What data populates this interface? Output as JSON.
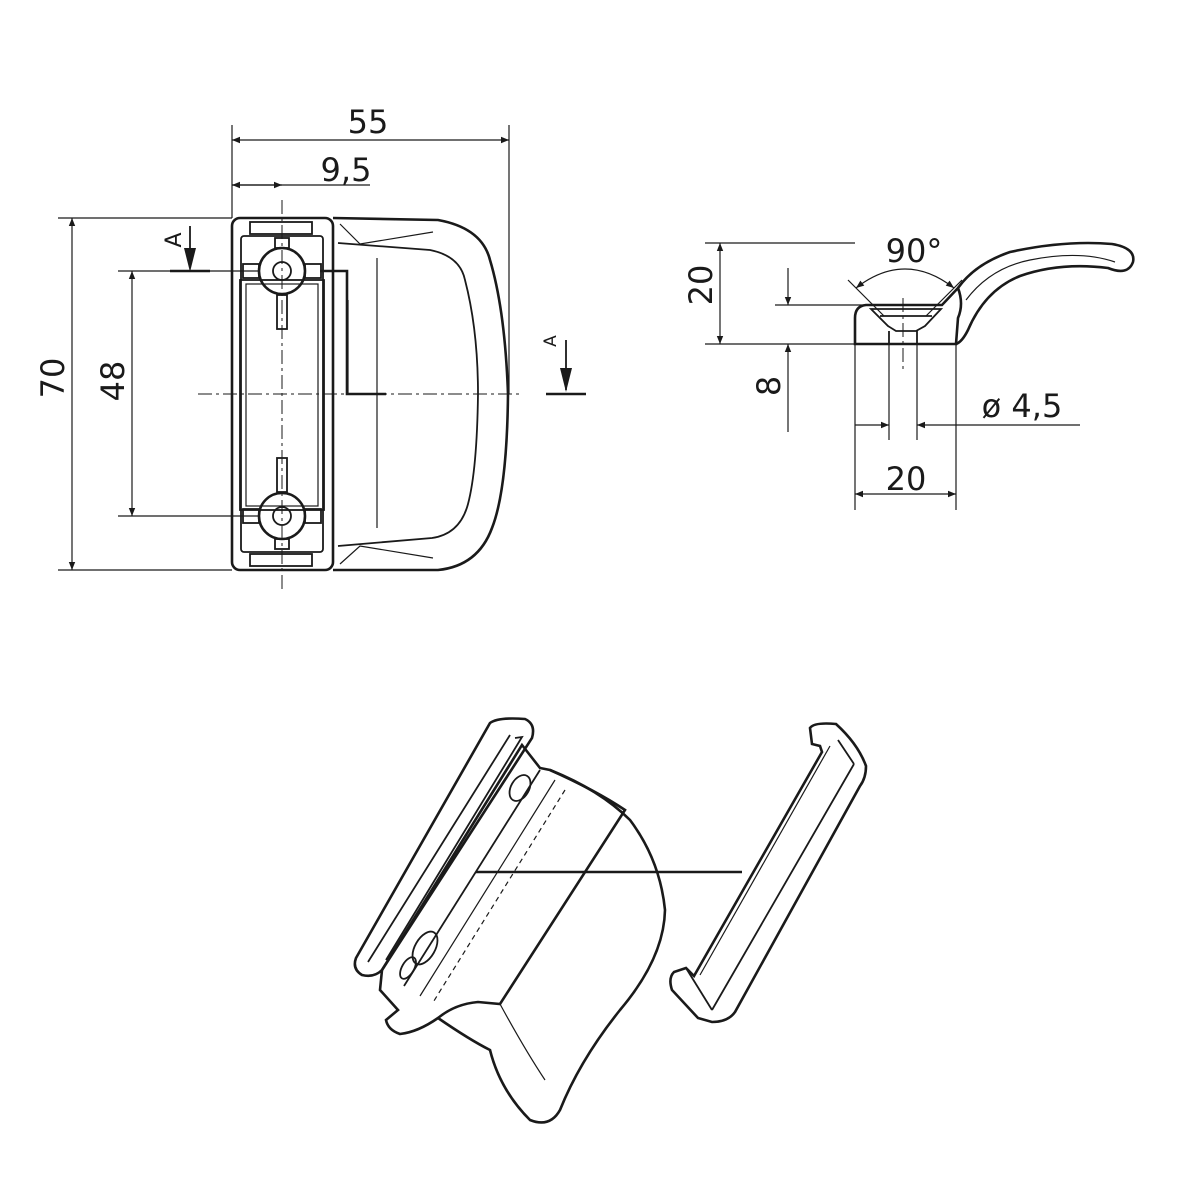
{
  "front_view": {
    "dim_width": "55",
    "dim_offset": "9,5",
    "dim_height": "70",
    "dim_hole_spacing": "48",
    "section_label_top": "A",
    "section_label_right": "A"
  },
  "side_view": {
    "dim_angle": "90°",
    "dim_height": "20",
    "dim_base_height": "8",
    "dim_hole_diameter": "ø 4,5",
    "dim_base_width": "20"
  },
  "colors": {
    "line": "#1a1a1a",
    "background": "#ffffff"
  }
}
